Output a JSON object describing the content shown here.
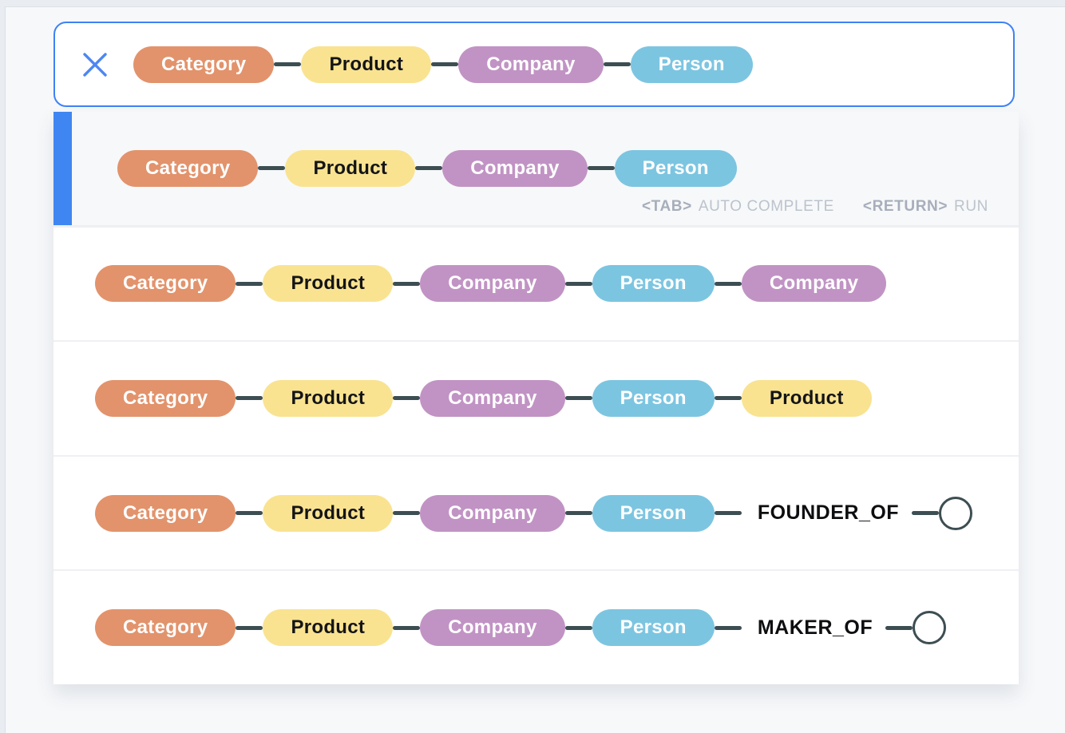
{
  "colors": {
    "accent_blue": "#3f86f2",
    "query_border_blue": "#3e82f6",
    "edge_line": "#3d4e53",
    "highlight_bg": "#f7f8f9",
    "panel_bg": "#ffffff",
    "hint_key_text": "#a7aebb",
    "hint_action_text": "#bcc3cd"
  },
  "node_types": {
    "Category": {
      "bg": "#e2936c",
      "text": "#ffffff"
    },
    "Product": {
      "bg": "#f9e391",
      "text": "#141416"
    },
    "Company": {
      "bg": "#c193c4",
      "text": "#ffffff"
    },
    "Person": {
      "bg": "#7cc5e1",
      "text": "#ffffff"
    }
  },
  "query_bar": {
    "close_icon": "close-x",
    "nodes": [
      "Category",
      "Product",
      "Company",
      "Person"
    ]
  },
  "autocomplete": {
    "hints": {
      "tab_key": "<TAB>",
      "tab_action": "AUTO COMPLETE",
      "return_key": "<RETURN>",
      "return_action": "RUN"
    },
    "suggestions": [
      {
        "nodes": [
          "Category",
          "Product",
          "Company",
          "Person"
        ],
        "highlighted": true,
        "show_hints": true
      },
      {
        "nodes": [
          "Category",
          "Product",
          "Company",
          "Person",
          "Company"
        ]
      },
      {
        "nodes": [
          "Category",
          "Product",
          "Company",
          "Person",
          "Product"
        ]
      },
      {
        "nodes": [
          "Category",
          "Product",
          "Company",
          "Person"
        ],
        "relationship": "FOUNDER_OF",
        "open_target": true
      },
      {
        "nodes": [
          "Category",
          "Product",
          "Company",
          "Person"
        ],
        "relationship": "MAKER_OF",
        "open_target": true
      }
    ]
  }
}
